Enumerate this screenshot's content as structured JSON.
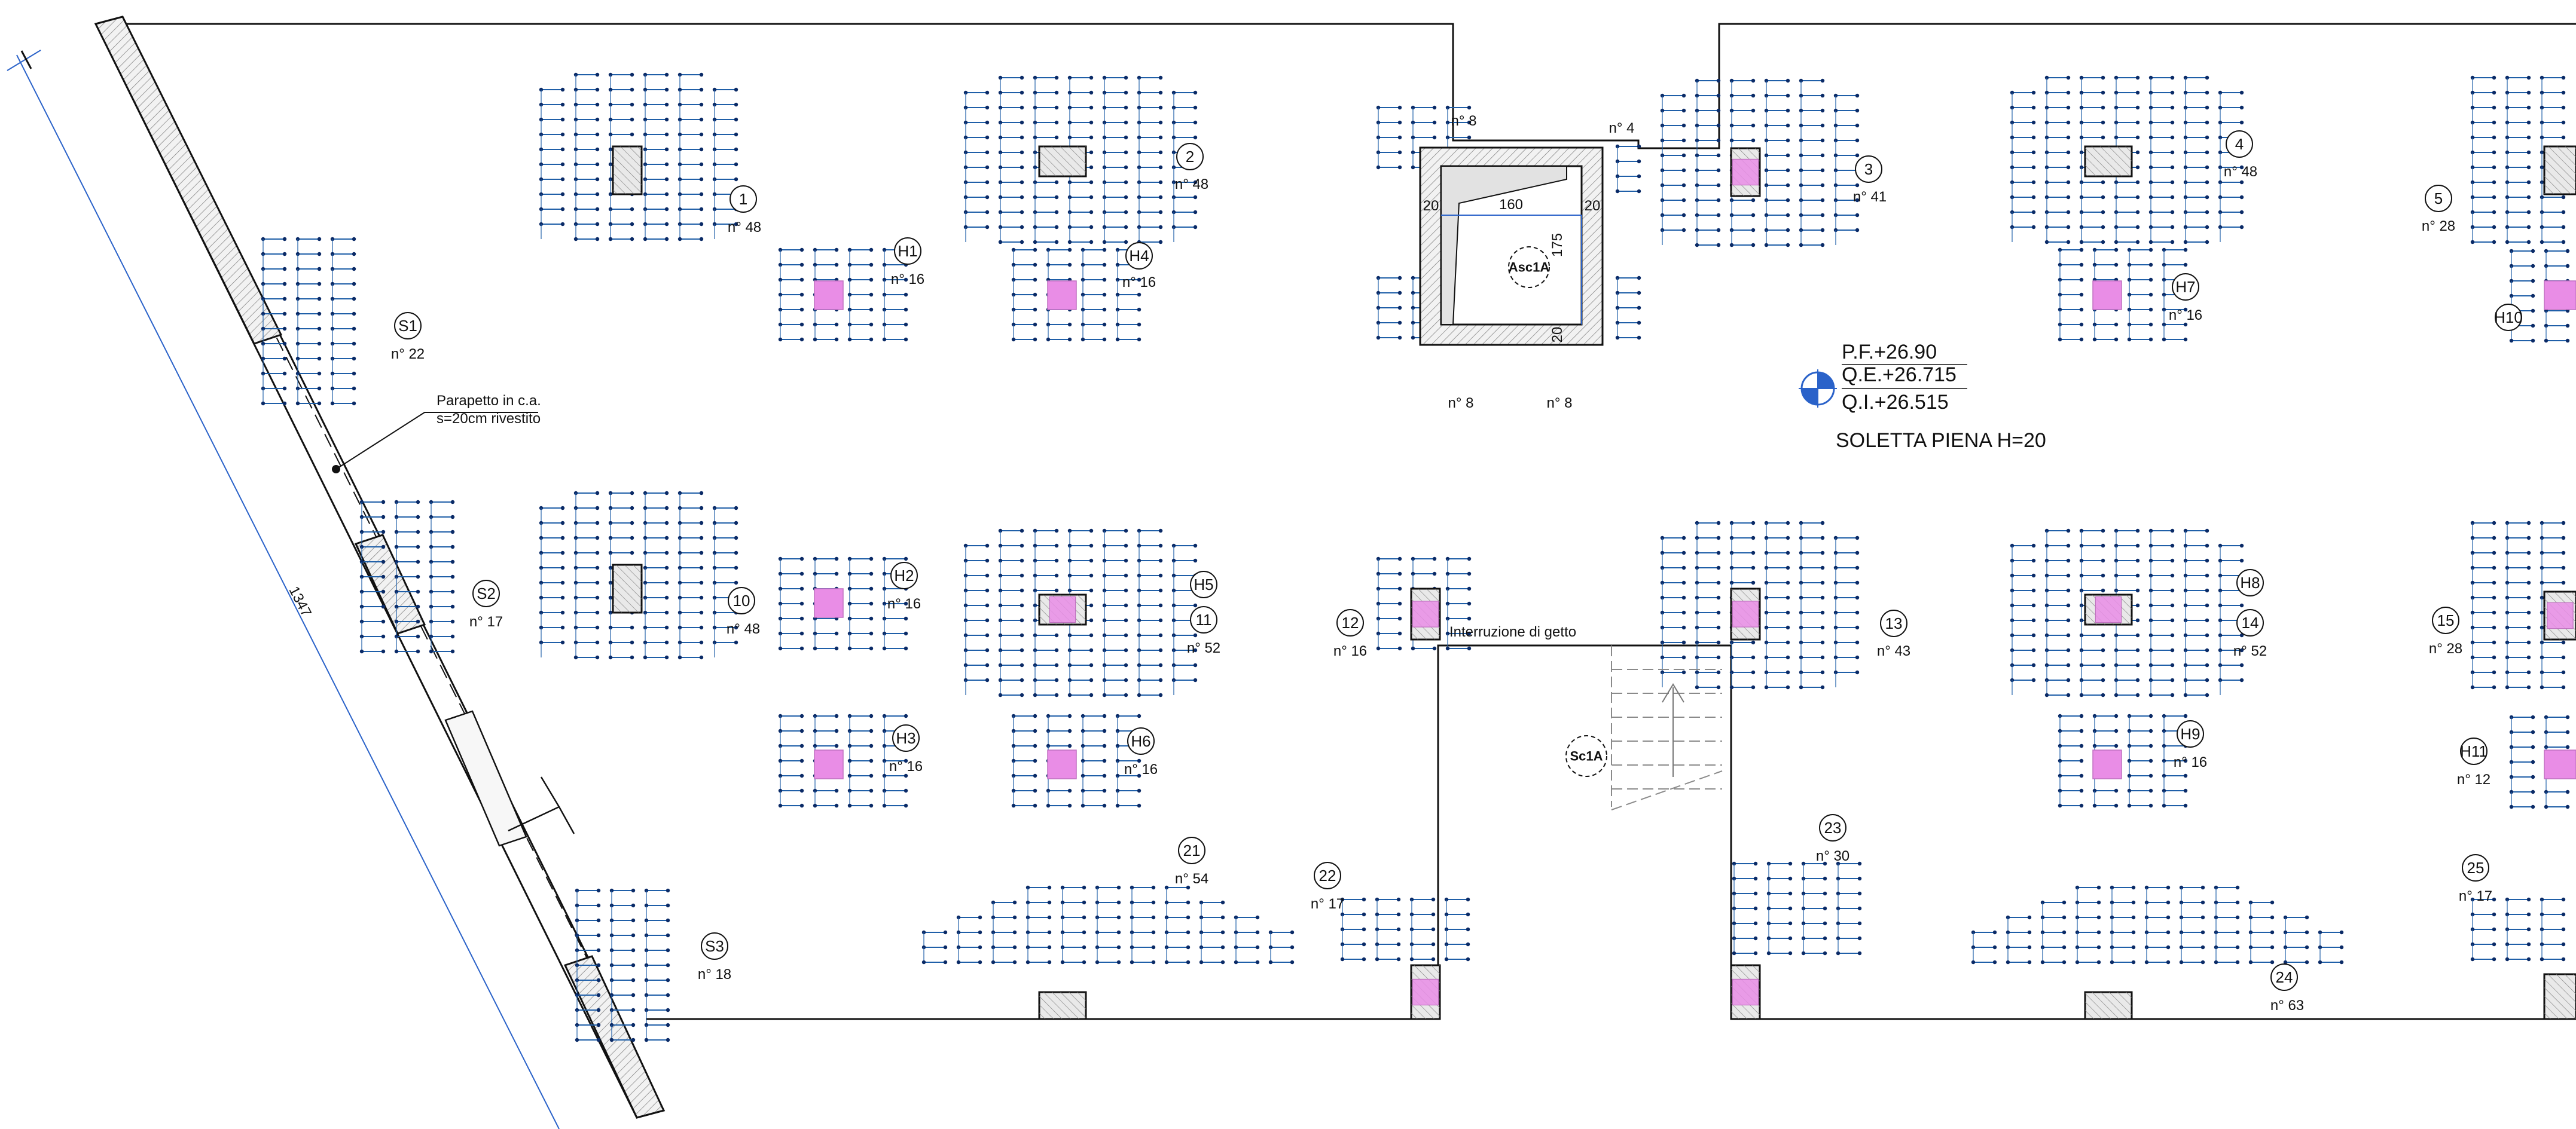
{
  "colors": {
    "outline": "#111111",
    "rebar": "#1f5fa8",
    "rebar_node": "#0a2a66",
    "column_core": "#e98de6",
    "hatch_fill": "#e9e9e9",
    "dimension_line": "#2a62c9"
  },
  "icons": {
    "level_marker": "level-marker-icon",
    "rebar_bar": "rebar-bar-icon"
  },
  "groups": [
    {
      "id": "1",
      "count": "n° 48"
    },
    {
      "id": "2",
      "count": "n° 48"
    },
    {
      "id": "3",
      "count": "n° 41"
    },
    {
      "id": "4",
      "count": "n° 48"
    },
    {
      "id": "5",
      "count": "n° 28"
    },
    {
      "id": "H1",
      "count": "n° 16"
    },
    {
      "id": "H4",
      "count": "n° 16"
    },
    {
      "id": "H7",
      "count": "n° 16"
    },
    {
      "id": "H10",
      "count": ""
    },
    {
      "id": "S1",
      "count": "n° 22"
    },
    {
      "id": "S2",
      "count": "n° 17"
    },
    {
      "id": "S3",
      "count": "n° 18"
    },
    {
      "id": "10",
      "count": "n° 48"
    },
    {
      "id": "H2",
      "count": "n° 16"
    },
    {
      "id": "H5",
      "count": ""
    },
    {
      "id": "11",
      "count": "n° 52"
    },
    {
      "id": "12",
      "count": "n° 16"
    },
    {
      "id": "13",
      "count": "n° 43"
    },
    {
      "id": "H8",
      "count": ""
    },
    {
      "id": "14",
      "count": "n° 52"
    },
    {
      "id": "15",
      "count": "n° 28"
    },
    {
      "id": "H3",
      "count": "n° 16"
    },
    {
      "id": "H6",
      "count": "n° 16"
    },
    {
      "id": "H9",
      "count": "n° 16"
    },
    {
      "id": "H11",
      "count": "n° 12"
    },
    {
      "id": "21",
      "count": "n° 54"
    },
    {
      "id": "22",
      "count": "n° 17"
    },
    {
      "id": "23",
      "count": "n° 30"
    },
    {
      "id": "24",
      "count": "n° 63"
    },
    {
      "id": "25",
      "count": "n° 17"
    }
  ],
  "free_counts": {
    "stair_tl": "n° 8",
    "elevator_tr": "n° 4",
    "elevator_bl": "n° 8",
    "elevator_br": "n° 8"
  },
  "elevator": {
    "tag": "Asc1A",
    "width": "160",
    "depth": "175",
    "wall_left": "20",
    "wall_right": "20",
    "wall_bottom": "20"
  },
  "stair": {
    "tag": "Sc1A",
    "note": "Interruzione di getto"
  },
  "slab": {
    "pf": "P.F.+26.90",
    "qe": "Q.E.+26.715",
    "qi": "Q.I.+26.515",
    "type": "SOLETTA PIENA H=20"
  },
  "parapet": {
    "line1": "Parapetto in c.a.",
    "line2": "s=20cm rivestito"
  },
  "dimension": {
    "length": "1347"
  }
}
